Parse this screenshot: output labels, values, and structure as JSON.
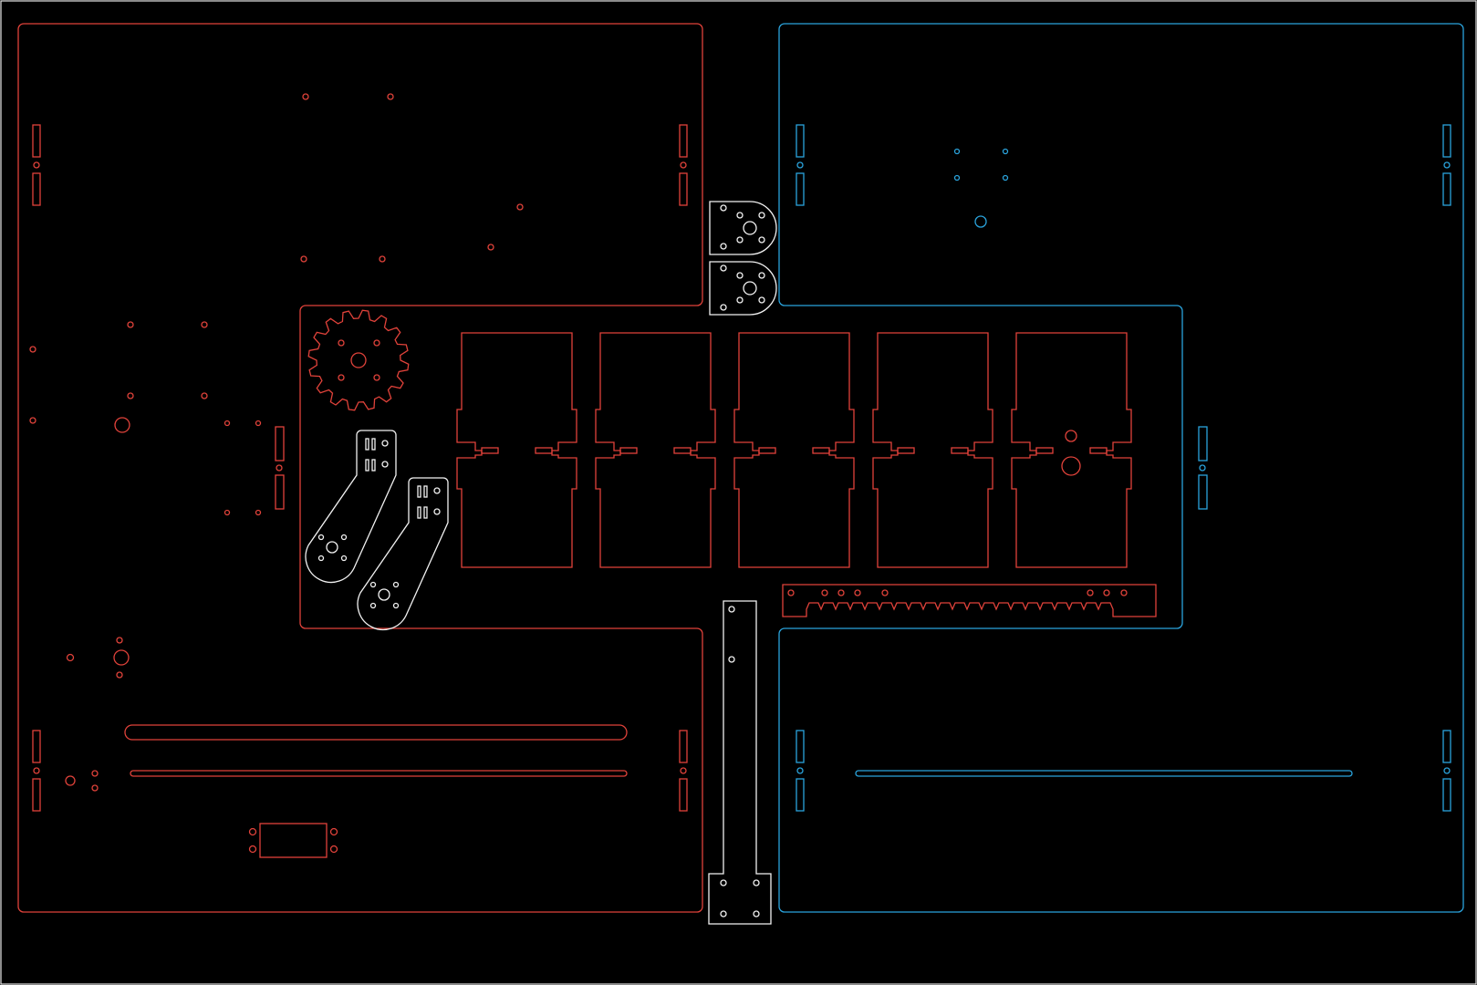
{
  "drawing": {
    "kind": "laser-cut layout",
    "background": "#000000",
    "colors": {
      "cut_red": "#e0423a",
      "cut_blue": "#2aa3dc",
      "cut_white": "#f2f2f2"
    },
    "parts": [
      {
        "id": "red-base-plate",
        "color": "cut_red"
      },
      {
        "id": "red-gear",
        "color": "cut_red",
        "teeth": 16
      },
      {
        "id": "red-side-panel",
        "color": "cut_red",
        "count": 5
      },
      {
        "id": "red-gear-rack",
        "color": "cut_red"
      },
      {
        "id": "blue-base-plate",
        "color": "cut_blue"
      },
      {
        "id": "white-servo-horn",
        "color": "cut_white",
        "count": 2
      },
      {
        "id": "white-servo-arm",
        "color": "cut_white",
        "count": 2
      },
      {
        "id": "white-long-bracket",
        "color": "cut_white"
      }
    ]
  }
}
